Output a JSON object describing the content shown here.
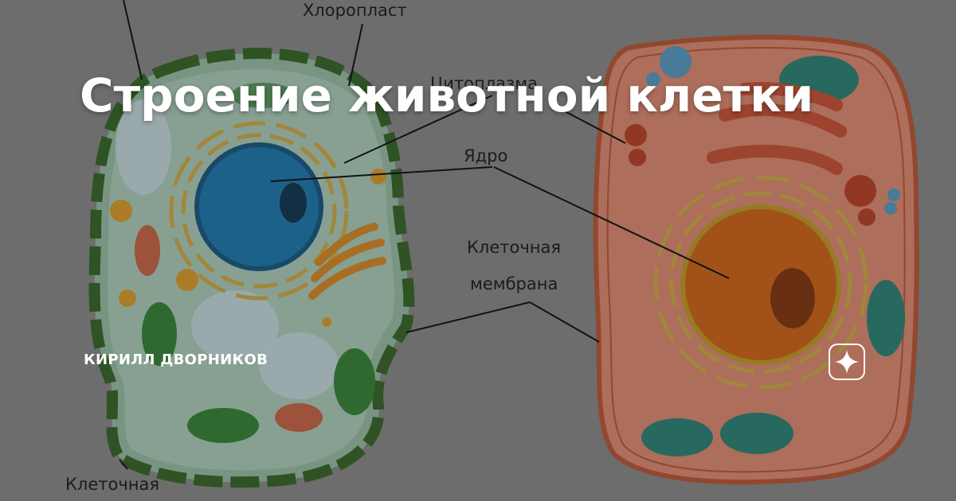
{
  "header": {
    "title": "Строение животной клетки"
  },
  "author": {
    "name": "КИРИЛЛ ДВОРНИКОВ"
  },
  "diagram": {
    "labels": {
      "chloroplast": "Хлоропласт",
      "cytoplasm": "Цитоплазма",
      "nucleus": "Ядро",
      "cell_membrane_line1": "Клеточная",
      "cell_membrane_line2": "мембрана",
      "cell_wall_partial": "Клеточная"
    }
  },
  "badge": {
    "icon": "sparkle-icon"
  },
  "colors": {
    "overlay": "#8f8f8f",
    "plant_cell": "#9cc4ad",
    "animal_cell": "#e88f7a",
    "nucleus_plant": "#1f7fb8",
    "nucleus_animal": "#d96a1a"
  }
}
